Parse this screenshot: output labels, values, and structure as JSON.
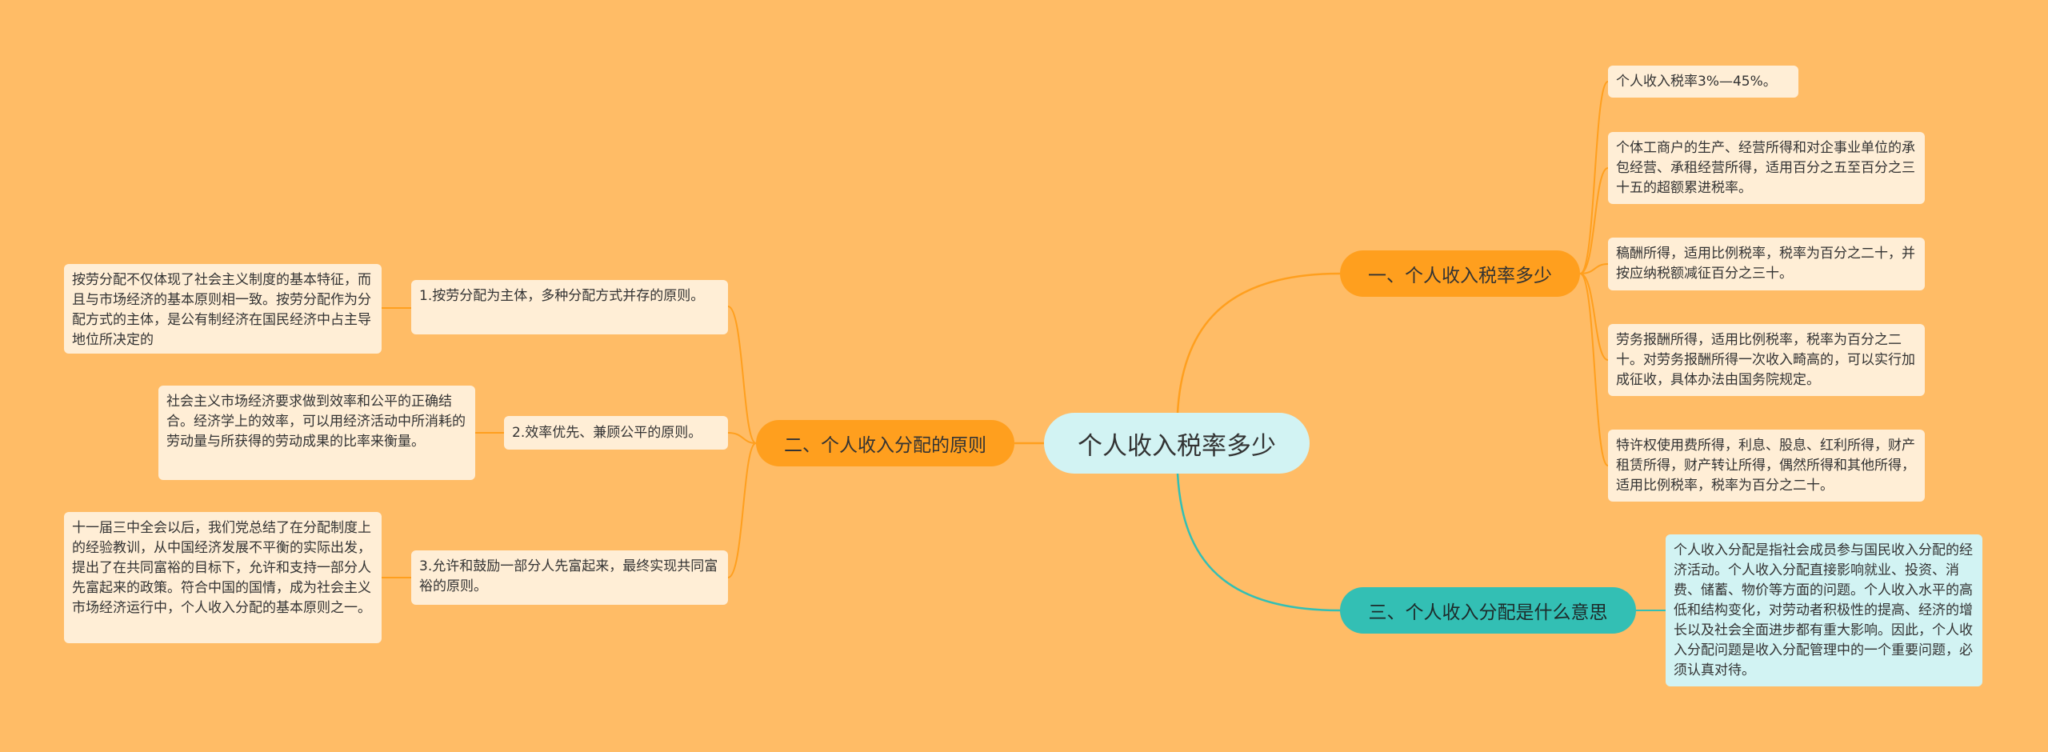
{
  "root": {
    "label": "个人收入税率多少"
  },
  "branches": [
    {
      "label": "一、个人收入税率多少",
      "color": "#FF9F1E",
      "children": [
        {
          "text": "个人收入税率3%—45%。"
        },
        {
          "text": "个体工商户的生产、经营所得和对企事业单位的承包经营、承租经营所得，适用百分之五至百分之三十五的超额累进税率。"
        },
        {
          "text": "稿酬所得，适用比例税率，税率为百分之二十，并按应纳税额减征百分之三十。"
        },
        {
          "text": "劳务报酬所得，适用比例税率，税率为百分之二十。对劳务报酬所得一次收入畸高的，可以实行加成征收，具体办法由国务院规定。"
        },
        {
          "text": "特许权使用费所得，利息、股息、红利所得，财产租赁所得，财产转让所得，偶然所得和其他所得，适用比例税率，税率为百分之二十。"
        }
      ]
    },
    {
      "label": "二、个人收入分配的原则",
      "color": "#FF9F1E",
      "children": [
        {
          "text": "1.按劳分配为主体，多种分配方式并存的原则。",
          "detail": "按劳分配不仅体现了社会主义制度的基本特征，而且与市场经济的基本原则相一致。按劳分配作为分配方式的主体，是公有制经济在国民经济中占主导地位所决定的"
        },
        {
          "text": "2.效率优先、兼顾公平的原则。",
          "detail": "社会主义市场经济要求做到效率和公平的正确结合。经济学上的效率，可以用经济活动中所消耗的劳动量与所获得的劳动成果的比率来衡量。"
        },
        {
          "text": "3.允许和鼓励一部分人先富起来，最终实现共同富裕的原则。",
          "detail": "十一届三中全会以后，我们党总结了在分配制度上的经验教训，从中国经济发展不平衡的实际出发，提出了在共同富裕的目标下，允许和支持一部分人先富起来的政策。符合中国的国情，成为社会主义市场经济运行中，个人收入分配的基本原则之一。"
        }
      ]
    },
    {
      "label": "三、个人收入分配是什么意思",
      "color": "#33BFB4",
      "children": [
        {
          "text": "个人收入分配是指社会成员参与国民收入分配的经济活动。个人收入分配直接影响就业、投资、消费、储蓄、物价等方面的问题。个人收入水平的高低和结构变化，对劳动者积极性的提高、经济的增长以及社会全面进步都有重大影响。因此，个人收入分配问题是收入分配管理中的一个重要问题，必须认真对待。"
        }
      ]
    }
  ],
  "colors": {
    "background": "#FFBC66",
    "root_fill": "#D2F3F3",
    "orange_branch": "#FF9F1E",
    "teal_branch": "#33BFB4",
    "leaf_fill": "#FFEED6",
    "teal_leaf_fill": "#D2F3F3",
    "orange_link": "#FF9F1E",
    "teal_link": "#33BFB4"
  }
}
